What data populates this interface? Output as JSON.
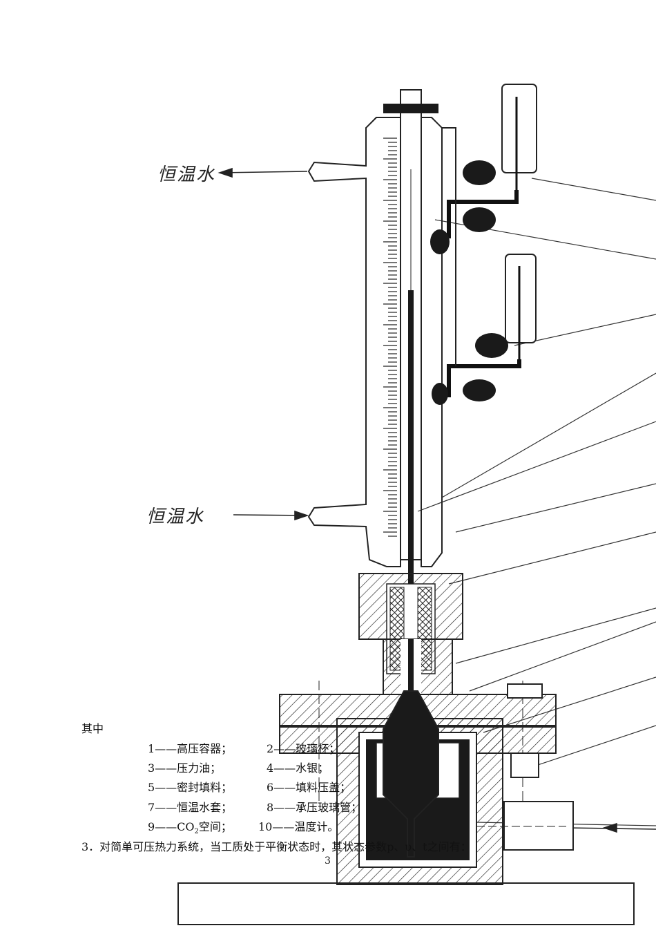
{
  "figure": {
    "label_top": "恒温水",
    "label_bottom": "恒温水"
  },
  "legend": {
    "intro": "其中",
    "rows": [
      {
        "a": "1——高压容器；",
        "b": "2——玻璃杯；"
      },
      {
        "a": "3——压力油；",
        "b": "4——水银；"
      },
      {
        "a": "5——密封填料；",
        "b": "6——填料压盖；"
      },
      {
        "a": "7——恒温水套；",
        "b": "8——承压玻璃管；"
      },
      {
        "a_pre": "9——CO",
        "a_sub": "2",
        "a_post": "空间；",
        "b": "10——温度计。"
      }
    ]
  },
  "item3": "3．对简单可压热力系统，当工质处于平衡状态时，其状态参数p、υ、t之间有：",
  "page_number": "3"
}
